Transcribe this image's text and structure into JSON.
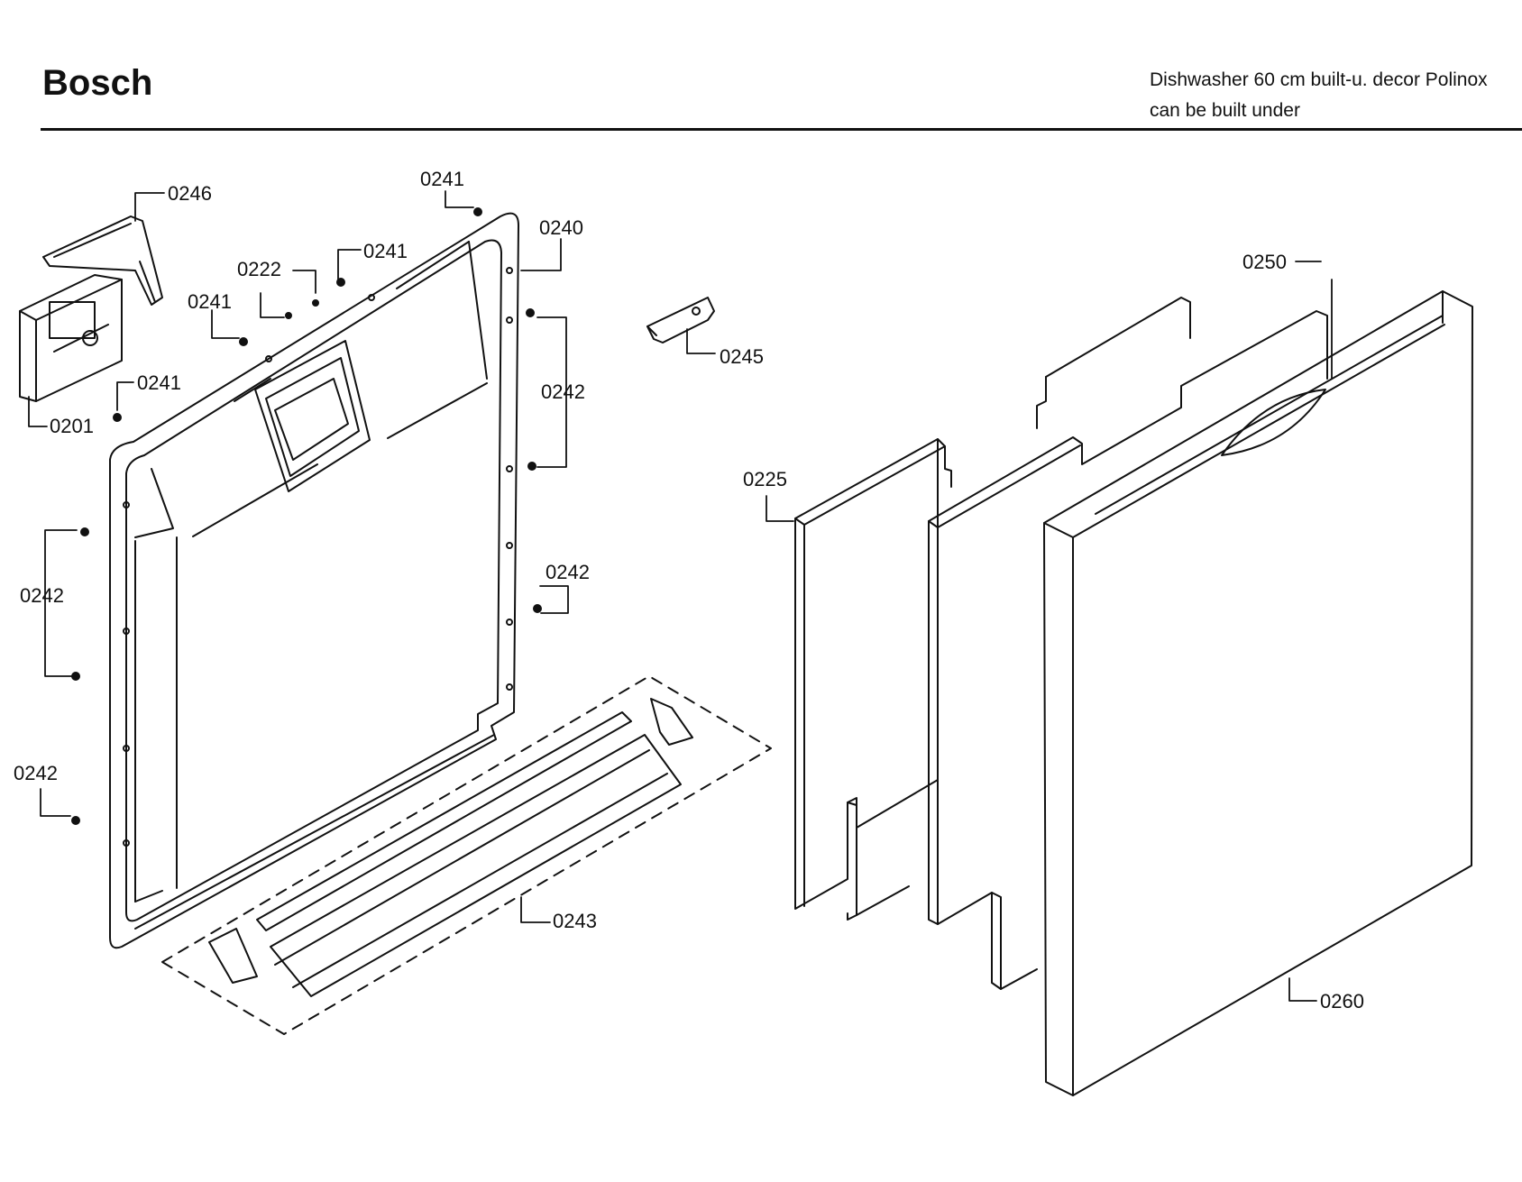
{
  "header": {
    "brand": "Bosch",
    "description_line1": "Dishwasher 60 cm built-u. decor Polinox",
    "description_line2": "can be built under"
  },
  "diagram": {
    "part_labels": {
      "p0246": "0246",
      "p0241a": "0241",
      "p0240": "0240",
      "p0241b": "0241",
      "p0222": "0222",
      "p0241c": "0241",
      "p0241d": "0241",
      "p0201": "0201",
      "p0245": "0245",
      "p0242a": "0242",
      "p0242b": "0242",
      "p0242c": "0242",
      "p0242d": "0242",
      "p0250": "0250",
      "p0225": "0225",
      "p0243": "0243",
      "p0260": "0260"
    }
  }
}
